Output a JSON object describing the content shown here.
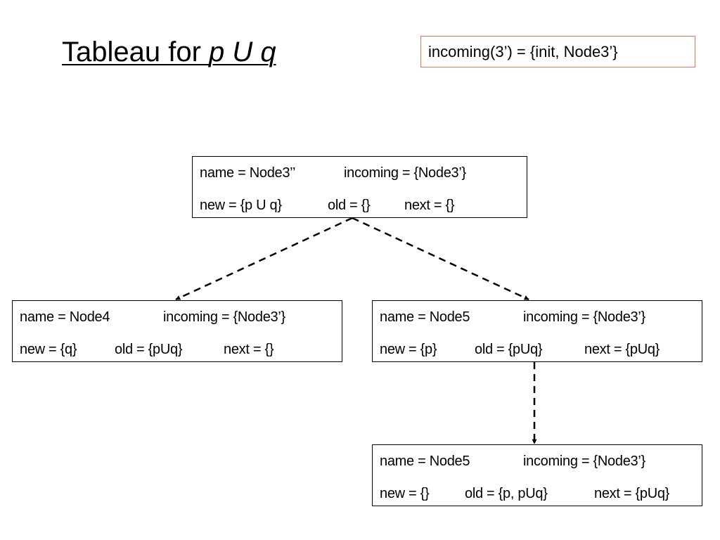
{
  "title": {
    "prefix": "Tableau for ",
    "formula": "p U q"
  },
  "callout": {
    "text": "incoming(3’) = {init, Node3’}"
  },
  "colors": {
    "callout_border": "#e8735a",
    "node_border": "#000000",
    "edge": "#000000"
  },
  "nodes": {
    "node3": {
      "name": "name = Node3’’",
      "incoming": "incoming = {Node3’}",
      "new": "new = {p U q}",
      "old": "old = {}",
      "next": "next = {}"
    },
    "node4": {
      "name": "name = Node4",
      "incoming": "incoming = {Node3’}",
      "new": "new = {q}",
      "old": "old = {pUq}",
      "next": "next = {}"
    },
    "node5": {
      "name": "name = Node5",
      "incoming": "incoming = {Node3’}",
      "new": "new = {p}",
      "old": "old = {pUq}",
      "next": "next = {pUq}"
    },
    "node5b": {
      "name": "name = Node5",
      "incoming": "incoming = {Node3’}",
      "new": "new = {}",
      "old": "old = {p, pUq}",
      "next": "next = {pUq}"
    }
  },
  "edges": [
    {
      "from": "node3",
      "to": "node4",
      "style": "dashed"
    },
    {
      "from": "node3",
      "to": "node5",
      "style": "dashed"
    },
    {
      "from": "node5",
      "to": "node5b",
      "style": "dashed"
    }
  ]
}
